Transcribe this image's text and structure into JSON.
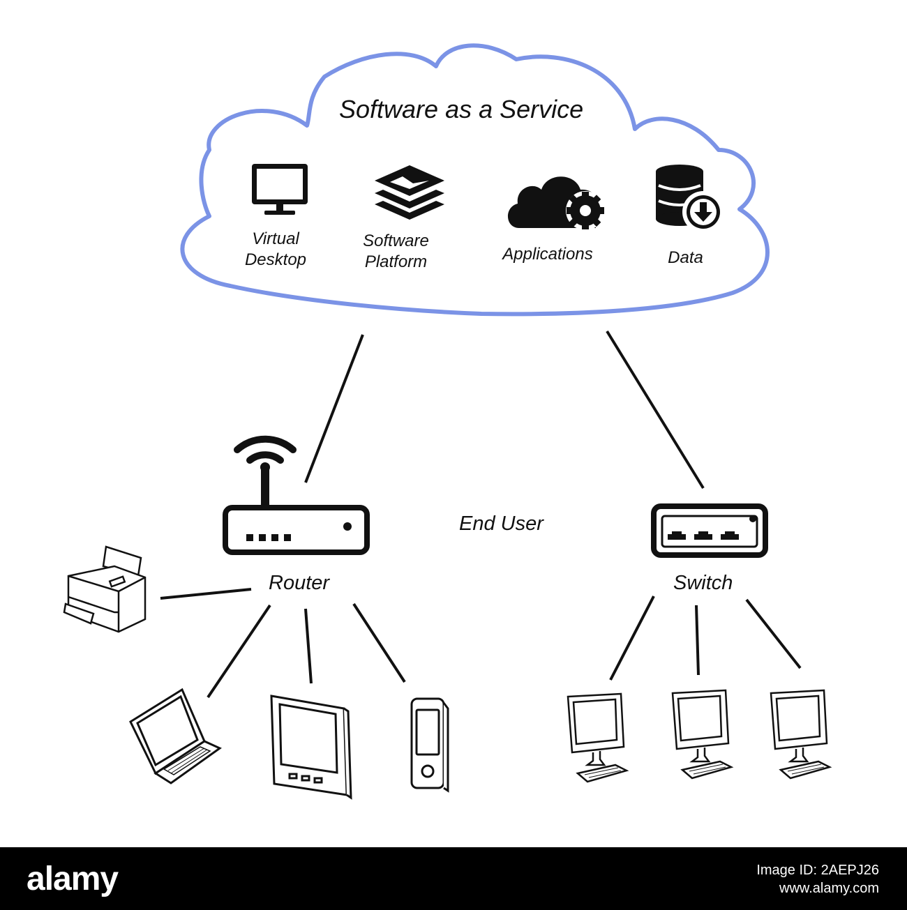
{
  "diagram": {
    "title": "Software as a Service",
    "services": [
      {
        "line1": "Virtual",
        "line2": "Desktop",
        "icon": "monitor-icon"
      },
      {
        "line1": "Software",
        "line2": "Platform",
        "icon": "layers-icon"
      },
      {
        "line1": "Applications",
        "line2": "",
        "icon": "cloud-gear-icon"
      },
      {
        "line1": "Data",
        "line2": "",
        "icon": "database-download-icon"
      }
    ],
    "end_user": "End User",
    "router": "Router",
    "switch": "Switch",
    "colors": {
      "cloud_stroke": "#7b93e6",
      "line": "#111111"
    }
  },
  "footer": {
    "logo": "alamy",
    "image_id": "Image ID: 2AEPJ26",
    "site": "www.alamy.com"
  }
}
